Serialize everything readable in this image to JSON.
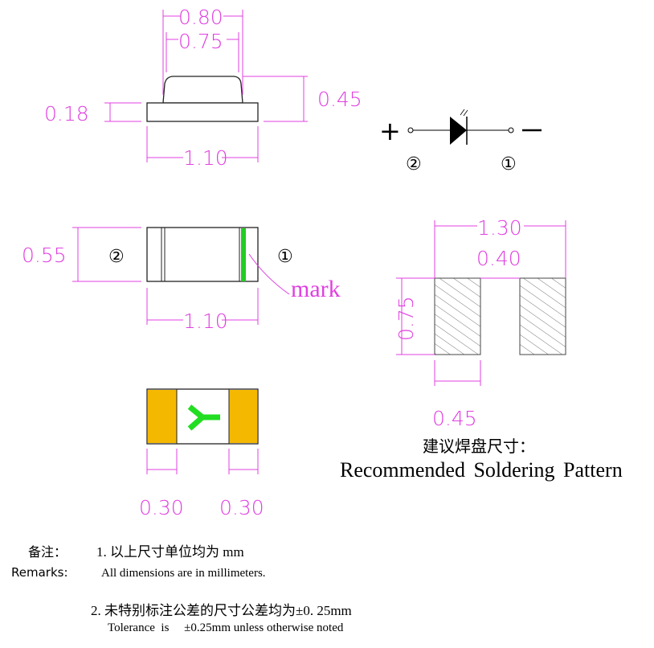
{
  "side_view": {
    "width_top": "0.80",
    "width_dome": "0.75",
    "height_total": "0.45",
    "height_base": "0.18",
    "length": "1.10"
  },
  "symbol": {
    "plus": "+",
    "minus": "−",
    "pin2": "②",
    "pin1": "①"
  },
  "top_view": {
    "width": "0.55",
    "length": "1.10",
    "pin2": "②",
    "pin1": "①",
    "mark_label": "mark",
    "mark_color": "#22cc22"
  },
  "bottom_view": {
    "pad_left": "0.30",
    "pad_right": "0.30",
    "pad_color": "#f5b800",
    "polarity_color": "#22dd22"
  },
  "pattern": {
    "total": "1.30",
    "gap": "0.40",
    "height": "0.75",
    "pad_width": "0.45",
    "title_cn": "建议焊盘尺寸：",
    "title_en": "Recommended Soldering Pattern"
  },
  "notes": {
    "label_cn": "备注：",
    "label_en": "Remarks:",
    "note1_cn": "1. 以上尺寸单位均为 mm",
    "note1_en": "All dimensions are in millimeters.",
    "note2_cn": "2. 未特别标注公差的尺寸公差均为±0. 25mm",
    "note2_en": "Tolerance  is     ±0.25mm unless otherwise noted"
  }
}
